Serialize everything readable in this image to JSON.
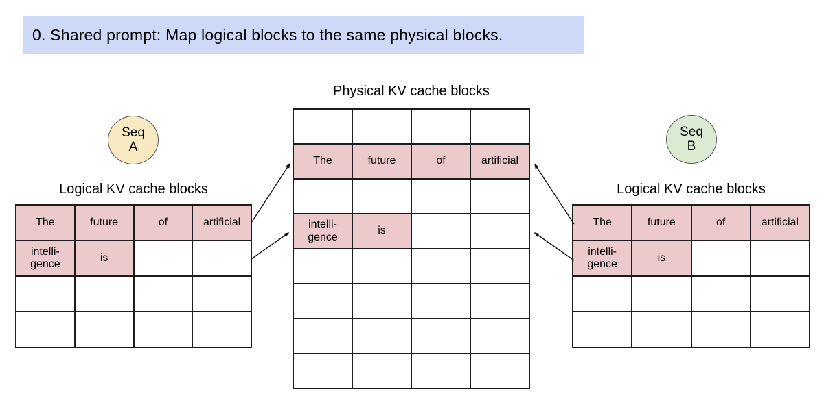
{
  "banner": {
    "text": "0. Shared prompt: Map logical blocks to the same physical blocks."
  },
  "seq_a": {
    "label": "Seq\nA"
  },
  "seq_b": {
    "label": "Seq\nB"
  },
  "physical": {
    "title": "Physical KV cache blocks",
    "cells": [
      [
        "",
        "",
        "",
        ""
      ],
      [
        "The",
        "future",
        "of",
        "artificial"
      ],
      [
        "",
        "",
        "",
        ""
      ],
      [
        "intelli-\ngence",
        "is",
        "",
        ""
      ],
      [
        "",
        "",
        "",
        ""
      ],
      [
        "",
        "",
        "",
        ""
      ],
      [
        "",
        "",
        "",
        ""
      ],
      [
        "",
        "",
        "",
        ""
      ]
    ],
    "highlights": [
      [
        0,
        0,
        0,
        0
      ],
      [
        1,
        1,
        1,
        1
      ],
      [
        0,
        0,
        0,
        0
      ],
      [
        1,
        1,
        0,
        0
      ],
      [
        0,
        0,
        0,
        0
      ],
      [
        0,
        0,
        0,
        0
      ],
      [
        0,
        0,
        0,
        0
      ],
      [
        0,
        0,
        0,
        0
      ]
    ]
  },
  "logical_a": {
    "title": "Logical KV cache blocks",
    "cells": [
      [
        "The",
        "future",
        "of",
        "artificial"
      ],
      [
        "intelli-\ngence",
        "is",
        "",
        ""
      ],
      [
        "",
        "",
        "",
        ""
      ],
      [
        "",
        "",
        "",
        ""
      ]
    ],
    "highlights": [
      [
        1,
        1,
        1,
        1
      ],
      [
        1,
        1,
        0,
        0
      ],
      [
        0,
        0,
        0,
        0
      ],
      [
        0,
        0,
        0,
        0
      ]
    ]
  },
  "logical_b": {
    "title": "Logical KV cache blocks",
    "cells": [
      [
        "The",
        "future",
        "of",
        "artificial"
      ],
      [
        "intelli-\ngence",
        "is",
        "",
        ""
      ],
      [
        "",
        "",
        "",
        ""
      ],
      [
        "",
        "",
        "",
        ""
      ]
    ],
    "highlights": [
      [
        1,
        1,
        1,
        1
      ],
      [
        1,
        1,
        0,
        0
      ],
      [
        0,
        0,
        0,
        0
      ],
      [
        0,
        0,
        0,
        0
      ]
    ]
  },
  "colors": {
    "banner_bg": "#cdd9f6",
    "cell_pink": "#ecc9ca",
    "seq_a_bg": "#f8eac0",
    "seq_b_bg": "#dbead3",
    "border": "#1c1c1c",
    "circle_border": "#595959"
  }
}
